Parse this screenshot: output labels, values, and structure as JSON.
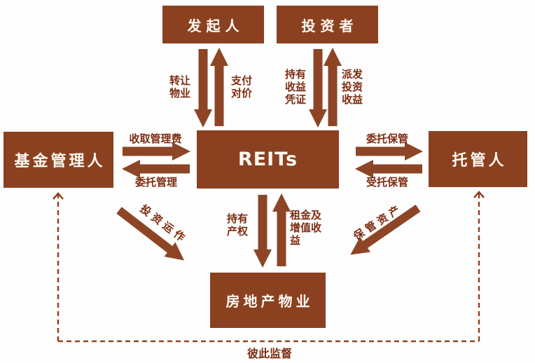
{
  "diagram": {
    "title": "REITs structure diagram",
    "nodes": {
      "sponsor": "发起人",
      "investor": "投资者",
      "fund_manager": "基金管理人",
      "reits": "REITs",
      "custodian": "托管人",
      "property": "房地产物业"
    },
    "edges": {
      "transfer_property": "转让\n物业",
      "pay_consideration": "支付\n对价",
      "hold_certificates": "持有\n收益\n凭证",
      "distribute_returns": "派发\n投资\n收益",
      "collect_fee": "收取管理费",
      "entrust_management": "委托管理",
      "entrust_custody": "委托保管",
      "accept_custody": "受托保管",
      "investment_operation": "投资运作",
      "hold_title": "持有\n产权",
      "rent_income": "租金及\n增值收\n益",
      "safekeep_assets": "保管资产",
      "mutual_supervision": "彼此监督"
    },
    "colors": {
      "box_fill": "#8b4120",
      "box_text": "#fdf9f2",
      "arrow": "#8d4526",
      "label_text": "#7d2c10",
      "background": "#ffffff"
    }
  }
}
